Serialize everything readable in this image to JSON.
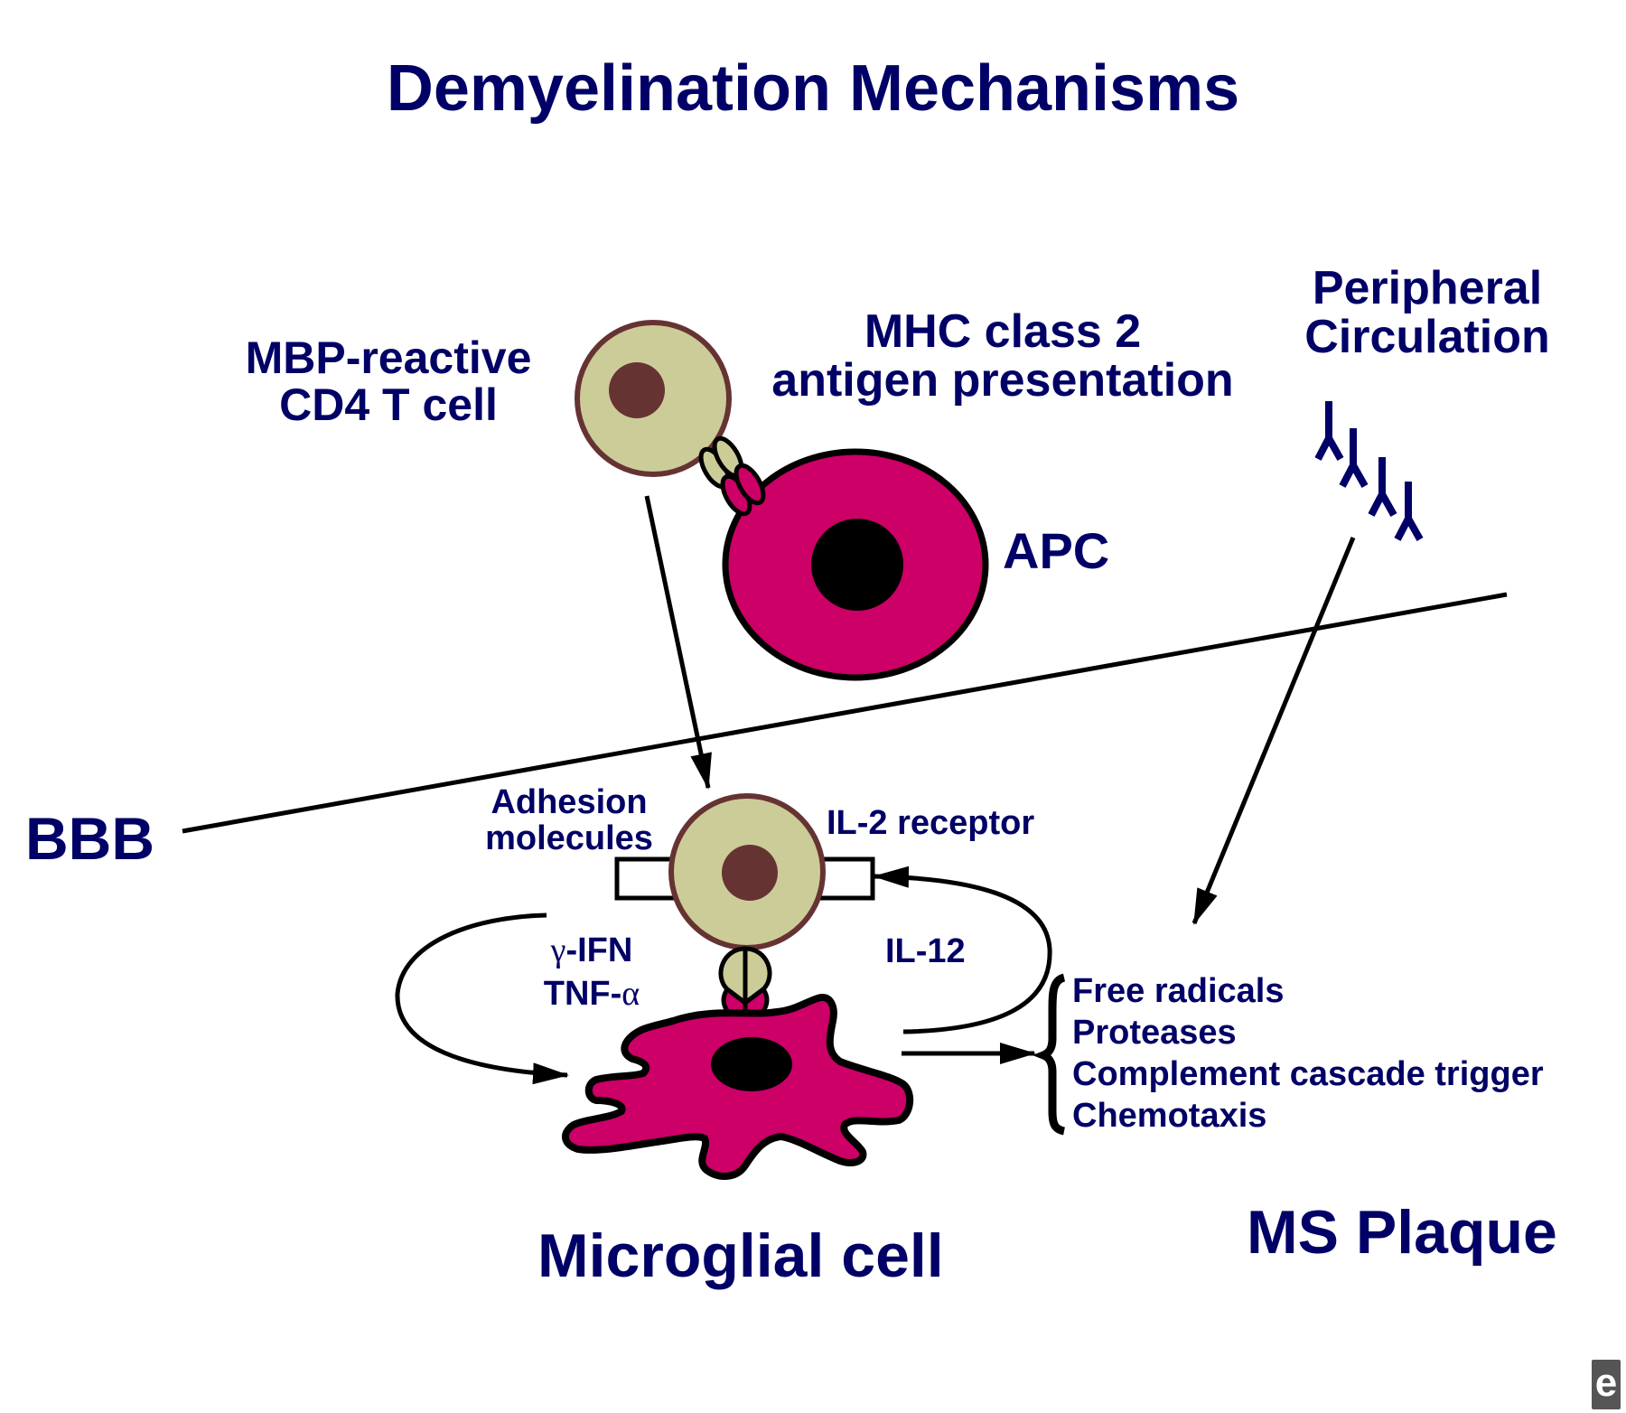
{
  "title": "Demyelination Mechanisms",
  "labels": {
    "tcell_line1": "MBP-reactive",
    "tcell_line2": "CD4 T cell",
    "mhc_line1": "MHC class 2",
    "mhc_line2": "antigen presentation",
    "periph_line1": "Peripheral",
    "periph_line2": "Circulation",
    "apc": "APC",
    "bbb": "BBB",
    "adhesion_line1": "Adhesion",
    "adhesion_line2": "molecules",
    "il2_receptor": "IL-2 receptor",
    "gamma_symbol": "γ",
    "ifn": "-IFN",
    "tnf": "TNF-",
    "alpha_symbol": "α",
    "il12": "IL-12",
    "microglial_cell": "Microglial cell",
    "ms_plaque": "MS Plaque"
  },
  "effects": [
    "Free radicals",
    "Proteases",
    "Complement cascade trigger",
    "Chemotaxis"
  ],
  "logo": "e",
  "colors": {
    "text": "#000066",
    "tcell_fill": "#cccc99",
    "tcell_border": "#663333",
    "nucleus_tcell": "#663333",
    "apc_fill": "#cc0066",
    "nucleus_dark": "#000000",
    "antibody": "#000066",
    "line": "#000000"
  }
}
